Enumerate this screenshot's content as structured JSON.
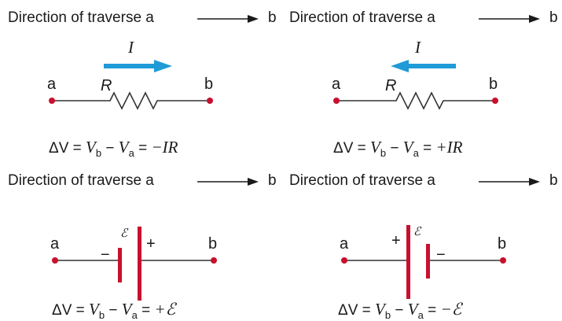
{
  "panels": [
    {
      "direction_text": "Direction of traverse a",
      "direction_end": "b",
      "node_a": "a",
      "node_b": "b",
      "current_symbol": "I",
      "current_direction": "right",
      "resistor_label": "R",
      "equation": {
        "lhs": "ΔV",
        "vb": "V",
        "vb_sub": "b",
        "va": "V",
        "va_sub": "a",
        "result": "−IR"
      }
    },
    {
      "direction_text": "Direction of traverse a",
      "direction_end": "b",
      "node_a": "a",
      "node_b": "b",
      "current_symbol": "I",
      "current_direction": "left",
      "resistor_label": "R",
      "equation": {
        "lhs": "ΔV",
        "vb": "V",
        "vb_sub": "b",
        "va": "V",
        "va_sub": "a",
        "result": "+IR"
      }
    },
    {
      "direction_text": "Direction of traverse a",
      "direction_end": "b",
      "node_a": "a",
      "node_b": "b",
      "emf_symbol": "ℰ",
      "minus_sign": "−",
      "plus_sign": "+",
      "equation": {
        "lhs": "ΔV",
        "vb": "V",
        "vb_sub": "b",
        "va": "V",
        "va_sub": "a",
        "result": "+ℰ"
      }
    },
    {
      "direction_text": "Direction of traverse a",
      "direction_end": "b",
      "node_a": "a",
      "node_b": "b",
      "emf_symbol": "ℰ",
      "minus_sign": "−",
      "plus_sign": "+",
      "equation": {
        "lhs": "ΔV",
        "vb": "V",
        "vb_sub": "b",
        "va": "V",
        "va_sub": "a",
        "result": "−ℰ"
      }
    }
  ],
  "colors": {
    "current_arrow": "#1f9bd7",
    "battery": "#c8102e",
    "node": "#c8102e",
    "wire": "#333333"
  }
}
